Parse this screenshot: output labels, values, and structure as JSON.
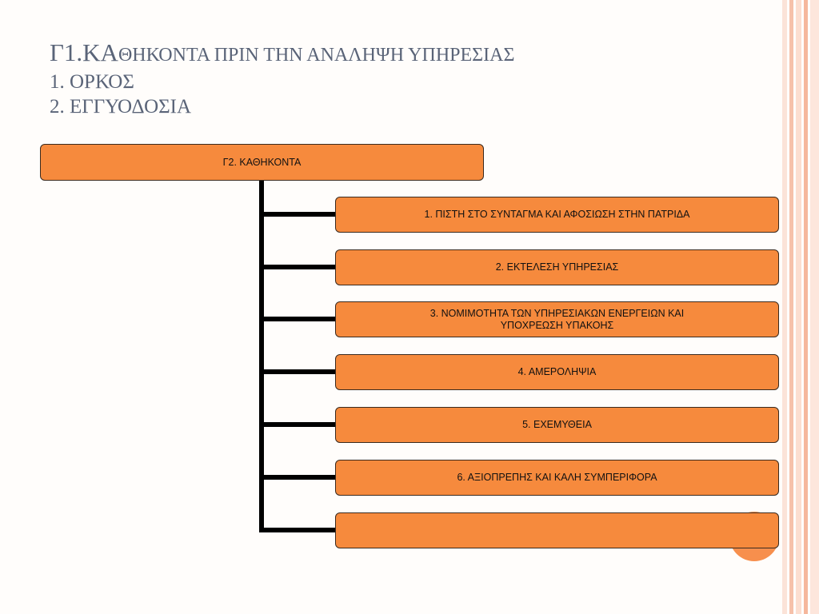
{
  "title": {
    "line1_prefix": "Γ1.ΚΑ",
    "line1_rest": "θηκοντα πριν την αναληψη υπηρεσιασ",
    "line2": "1. ΟΡΚΟΣ",
    "line3": "2. ΕΓΓΥΟΔΟΣΙΑ"
  },
  "diagram": {
    "root": "Γ2. ΚΑΘΗΚΟΝΤΑ",
    "items": [
      "1. ΠΙΣΤΗ ΣΤΟ ΣΥΝΤΑΓΜΑ ΚΑΙ ΑΦΟΣΙΩΣΗ ΣΤΗΝ ΠΑΤΡΙΔΑ",
      "2. ΕΚΤΕΛΕΣΗ ΥΠΗΡΕΣΙΑΣ",
      "3. ΝΟΜΙΜΟΤΗΤΑ ΤΩΝ ΥΠΗΡΕΣΙΑΚΩΝ ΕΝΕΡΓΕΙΩΝ ΚΑΙ ΥΠΟΧΡΕΩΣΗ ΥΠΑΚΟΗΣ",
      "4. ΑΜΕΡΟΛΗΨΙΑ",
      "5. ΕΧΕΜΥΘΕΙΑ",
      "6. ΑΞΙΟΠΡΕΠΗΣ ΚΑΙ ΚΑΛΗ ΣΥΜΠΕΡΙΦΟΡΑ",
      ""
    ]
  },
  "colors": {
    "box_fill": "#f68a3d",
    "title_text": "#5a6478",
    "accent_stripe": "#f4b9a0"
  }
}
